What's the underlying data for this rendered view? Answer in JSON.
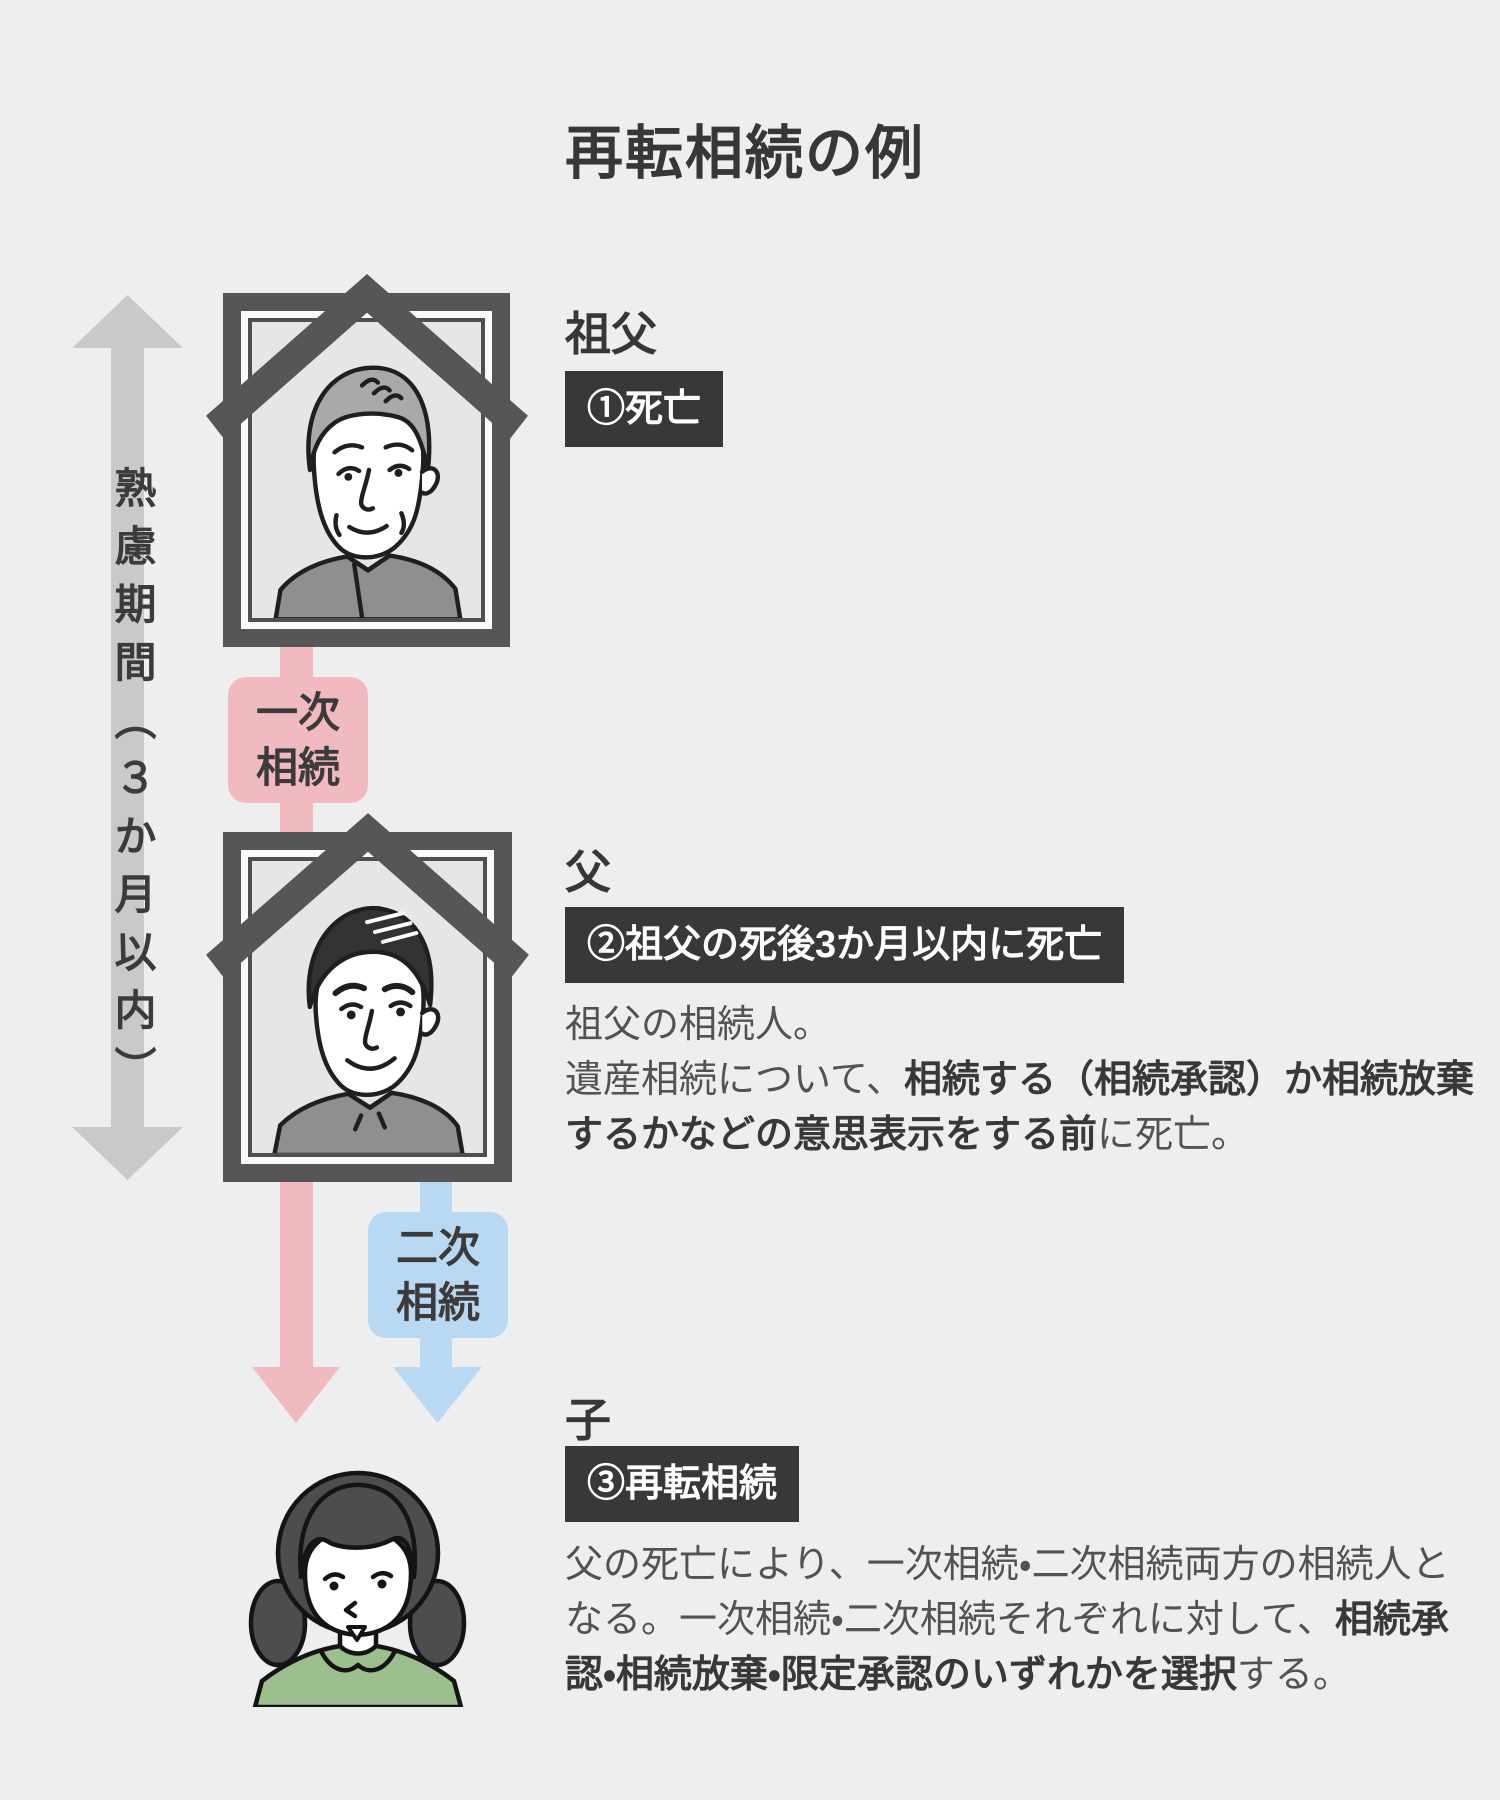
{
  "title": "再転相続の例",
  "timeline": {
    "label": "熟慮期間（３か月以内）"
  },
  "arrows": {
    "deliberation_color": "#c9c9c9",
    "primary": {
      "line1": "一次",
      "line2": "相続",
      "color": "#f1bac0"
    },
    "secondary": {
      "line1": "二次",
      "line2": "相続",
      "color": "#b9d9f3"
    }
  },
  "people": {
    "grandfather": {
      "name": "祖父",
      "badge": "①死亡"
    },
    "father": {
      "name": "父",
      "badge": "②祖父の死後3か月以内に死亡",
      "desc": {
        "line1": "祖父の相続人。",
        "line2_normal": "遺産相続について、",
        "line2_bold": "相続する（相続承認）か相続放棄",
        "line3_bold": "するかなどの意思表示をする前",
        "line3_normal": "に死亡。"
      }
    },
    "child": {
      "name": "子",
      "badge": "③再転相続",
      "desc": {
        "line1": "父の死亡により、一次相続・二次相続両方の相続人と",
        "line2_normal": "なる。一次相続・二次相続それぞれに対して、",
        "line2_bold": "相続承",
        "line3_bold": "認・相続放棄・限定承認のいずれかを選択",
        "line3_normal": "する。"
      }
    }
  },
  "colors": {
    "background": "#eeeeee",
    "badge_bg": "#383838",
    "badge_text": "#ffffff",
    "text": "#3b3b3b",
    "frame": "#565656",
    "child_shirt_green": "#9cbf8e"
  }
}
